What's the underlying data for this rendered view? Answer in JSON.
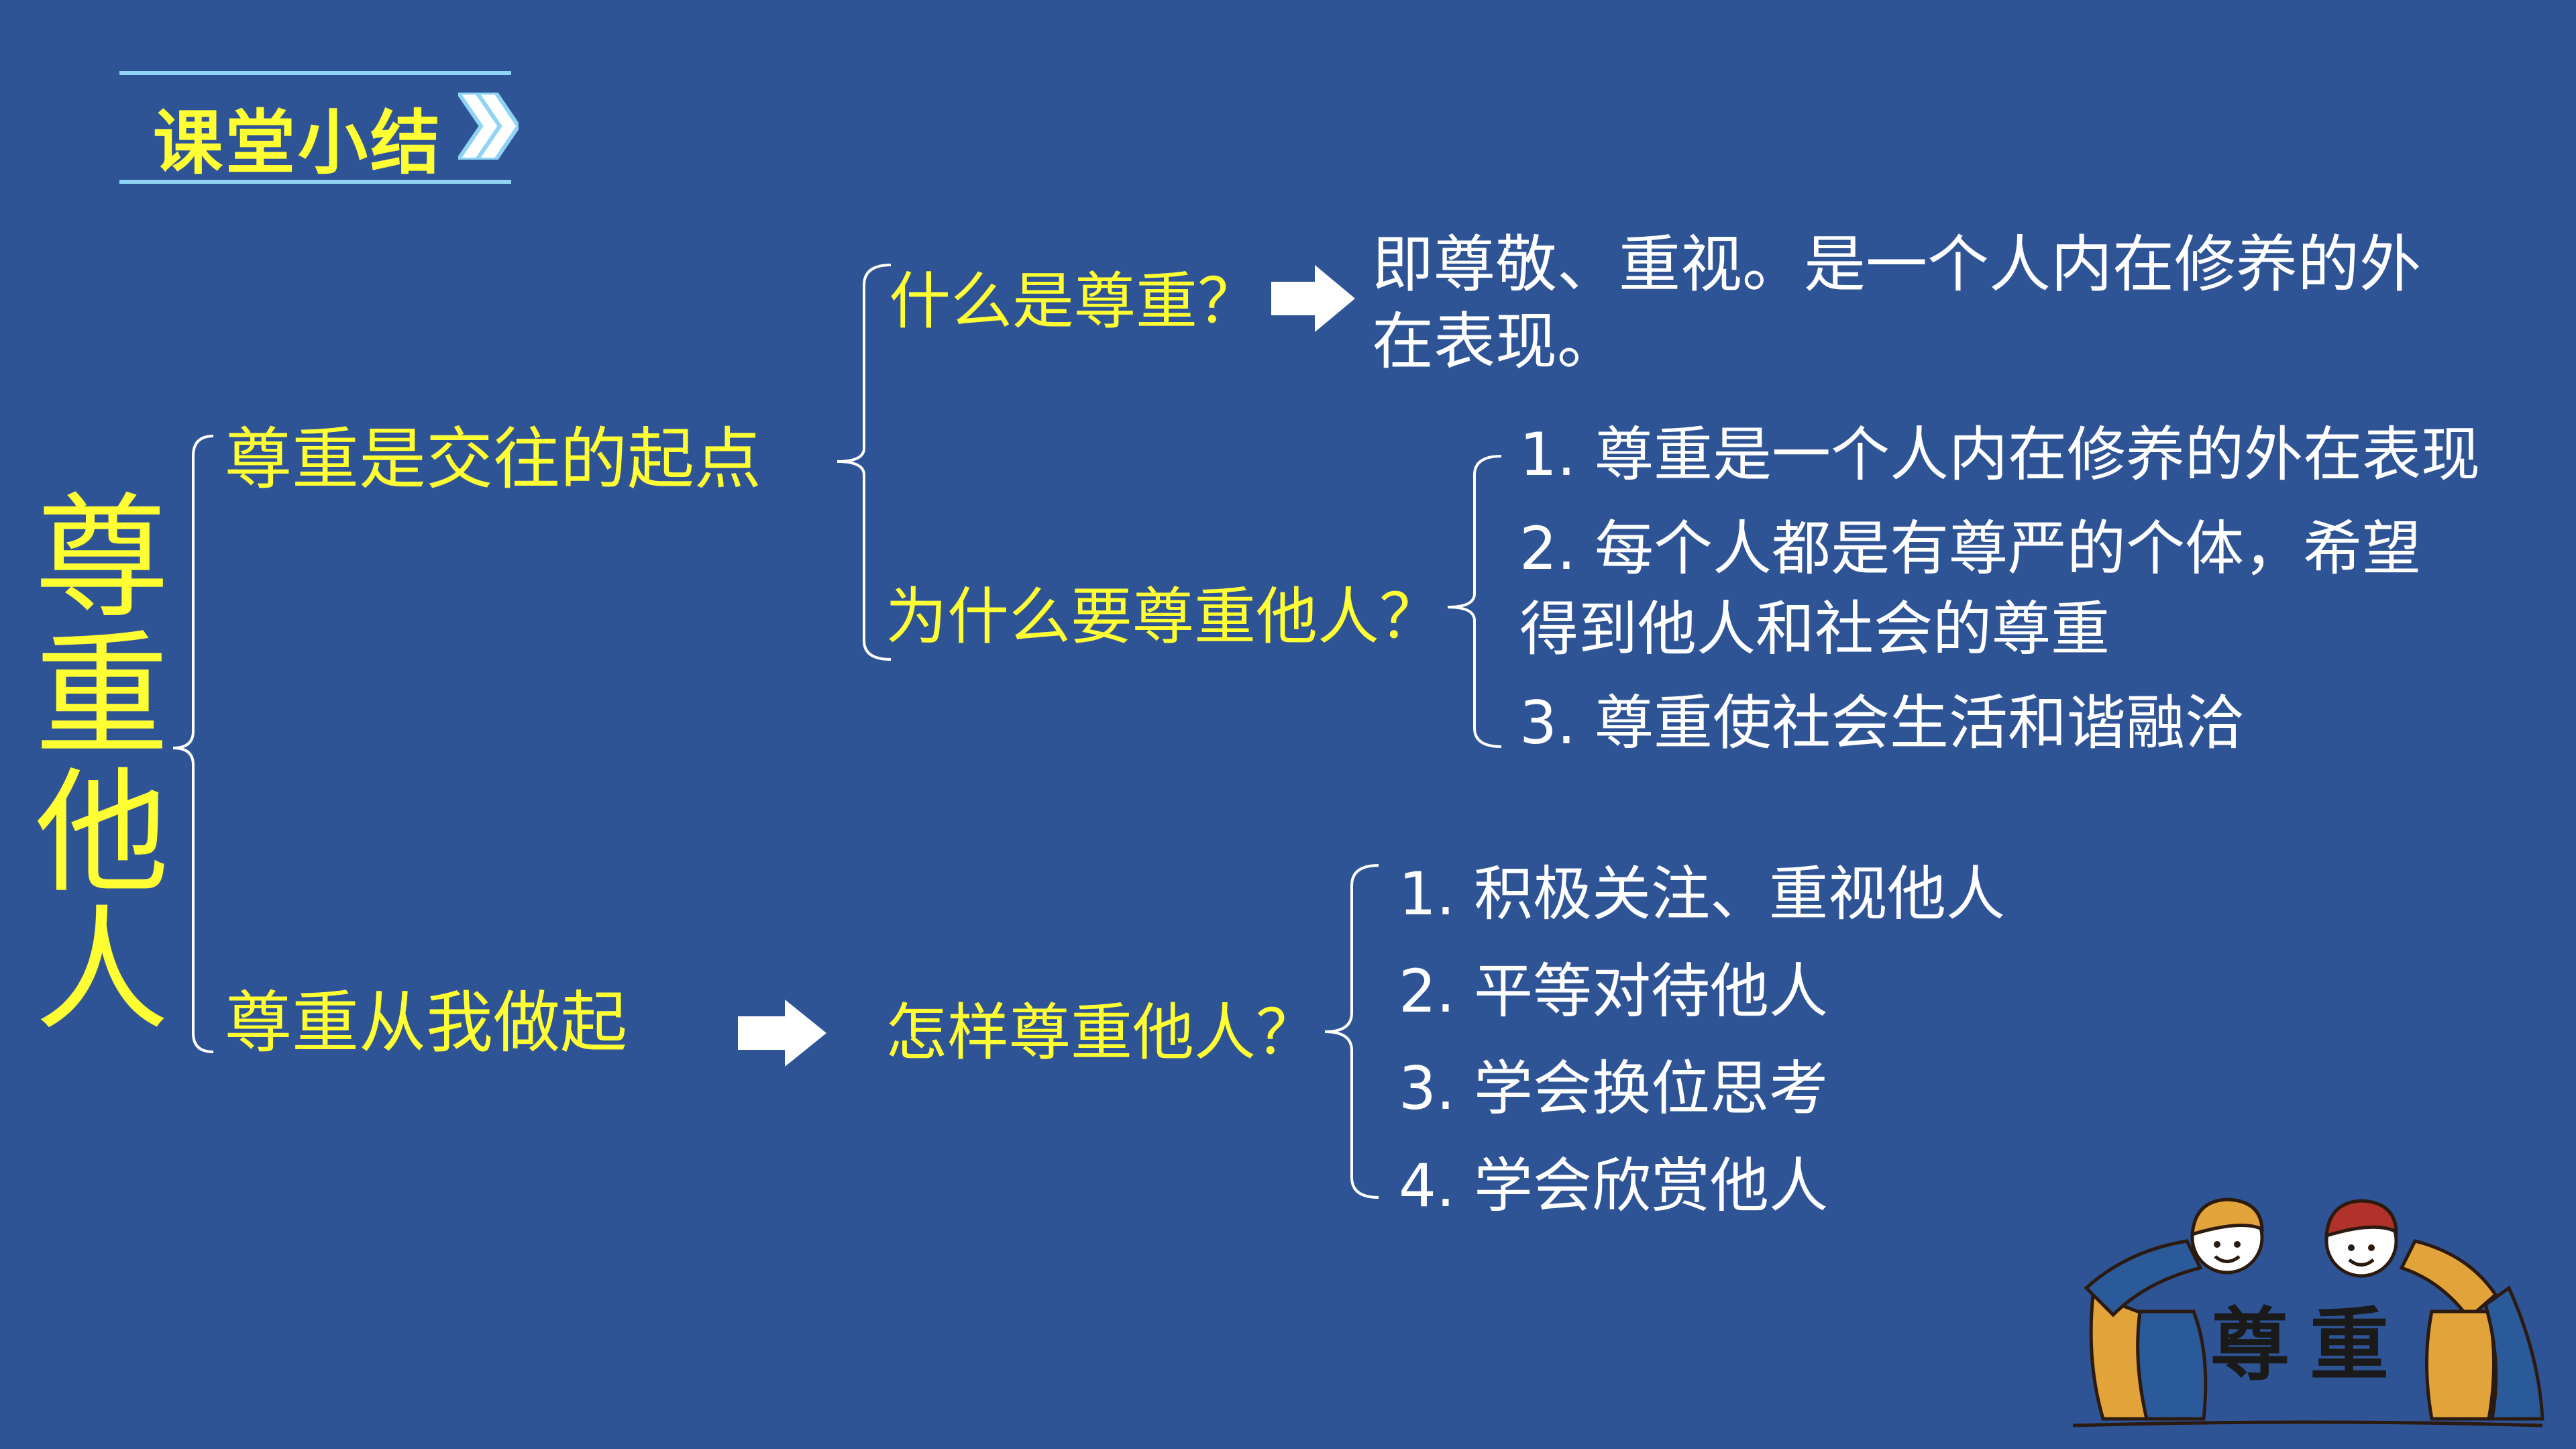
{
  "header": {
    "title": "课堂小结"
  },
  "main_title": "尊重他人",
  "branches": [
    {
      "label": "尊重是交往的起点",
      "questions": [
        {
          "label": "什么是尊重？",
          "answer_lines": [
            "即尊敬、重视。是一个人内在修养的外",
            "在表现。"
          ]
        },
        {
          "label": "为什么要尊重他人？",
          "items": [
            {
              "num": "1.",
              "text": "尊重是一个人内在修养的外在表现"
            },
            {
              "num": "2.",
              "text": "每个人都是有尊严的个体，希望",
              "continuation": "得到他人和社会的尊重"
            },
            {
              "num": "3.",
              "text": "尊重使社会生活和谐融洽"
            }
          ]
        }
      ]
    },
    {
      "label": "尊重从我做起",
      "question": "怎样尊重他人？",
      "items": [
        {
          "num": "1.",
          "text": "积极关注、重视他人"
        },
        {
          "num": "2.",
          "text": "平等对待他人"
        },
        {
          "num": "3.",
          "text": "学会换位思考"
        },
        {
          "num": "4.",
          "text": "学会欣赏他人"
        }
      ]
    }
  ],
  "illustration": {
    "label": "尊重"
  },
  "colors": {
    "background": "#2f5496",
    "accent": "#ffff33",
    "text": "#ffffff",
    "header_line": "#8fd3f5"
  }
}
